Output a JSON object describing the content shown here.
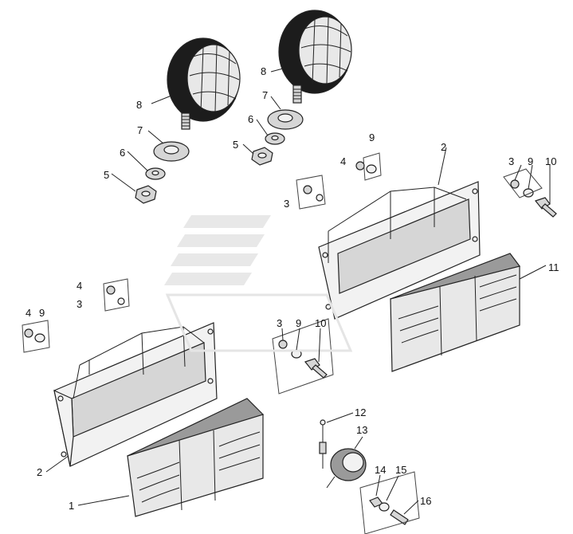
{
  "diagram": {
    "callouts": {
      "c1": "1",
      "c2a": "2",
      "c2b": "2",
      "c3a": "3",
      "c3b": "3",
      "c3c": "3",
      "c3d": "3",
      "c4a": "4",
      "c4b": "4",
      "c4c": "4",
      "c5a": "5",
      "c5b": "5",
      "c6a": "6",
      "c6b": "6",
      "c7a": "7",
      "c7b": "7",
      "c8a": "8",
      "c8b": "8",
      "c9a": "9",
      "c9b": "9",
      "c9c": "9",
      "c9d": "9",
      "c10a": "10",
      "c10b": "10",
      "c11": "11",
      "c12": "12",
      "c13": "13",
      "c14": "14",
      "c15": "15",
      "c16": "16"
    },
    "colors": {
      "outline": "#222222",
      "dark": "#1c1c1c",
      "lens": "#e8e8e8",
      "metal": "#d6d6d6"
    }
  }
}
